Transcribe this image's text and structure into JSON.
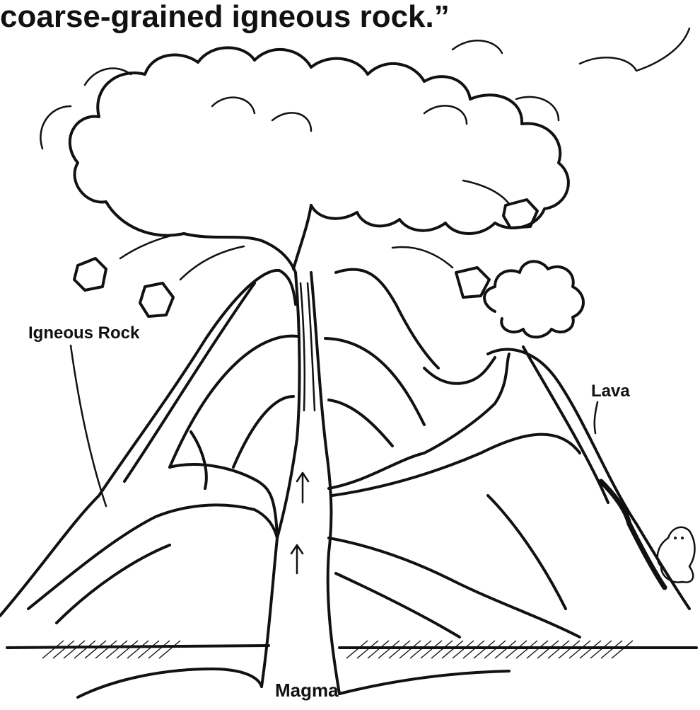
{
  "caption": "coarse-grained igneous rock.”",
  "labels": {
    "igneous_rock": "Igneous Rock",
    "lava": "Lava",
    "magma": "Magma"
  }
}
